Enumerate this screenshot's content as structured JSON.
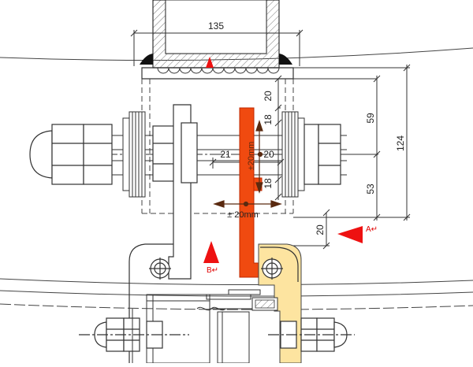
{
  "dimensions": {
    "top_width": "135",
    "gap_top": "20",
    "upper_span": "59",
    "overall_height": "124",
    "upper_slot": "18",
    "lower_slot": "18",
    "lower_span": "53",
    "offset_left": "21",
    "offset_right": "20",
    "bottom_gap": "20"
  },
  "tolerances": {
    "vertical": "±20mm",
    "horizontal": "± 20mm"
  },
  "markers": {
    "a_label": "A↵",
    "b_label": "B↵"
  },
  "colors": {
    "bracket_orange": "#f04a10",
    "bracket_outline": "#c02800",
    "yellow_fill": "#fde4a0",
    "arrow_red": "#ee1111",
    "line_dark": "#333333",
    "tolerance_brown": "#5a2a10"
  }
}
